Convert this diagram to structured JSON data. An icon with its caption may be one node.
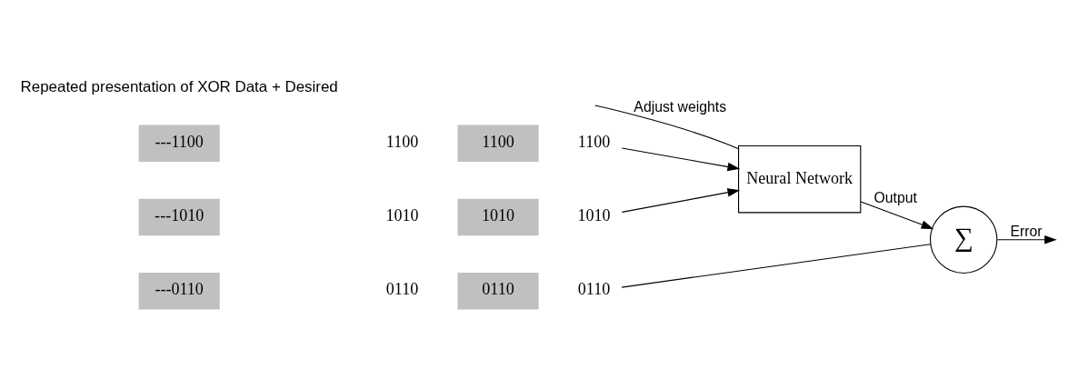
{
  "diagram": {
    "nodes": [
      {
        "text": [
          "---1100"
        ]
      },
      {
        "text": [
          "1100"
        ]
      },
      {
        "text": [
          "1100"
        ]
      },
      {
        "text": [
          "1100"
        ]
      },
      {
        "text": [
          "---1010"
        ]
      },
      {
        "text": [
          "1010"
        ]
      },
      {
        "text": [
          "1010"
        ]
      },
      {
        "text": [
          "1010"
        ]
      },
      {
        "text": [
          "Neural Network"
        ]
      },
      {
        "text": [
          "∑"
        ]
      },
      {
        "text": [
          "---0110"
        ]
      },
      {
        "text": [
          "0110"
        ]
      },
      {
        "text": [
          "0110"
        ]
      },
      {
        "text": [
          "0110"
        ]
      }
    ],
    "edges": [
      {
        "from": 3,
        "to": 8,
        "arrow": "to"
      },
      {
        "from": 7,
        "to": 8,
        "arrow": "to"
      },
      {
        "from": 8,
        "to": 9,
        "arrow": "to",
        "label": "Output"
      },
      {
        "from": 9,
        "to": null,
        "arrow": "to",
        "label": "Error"
      },
      {
        "from": 13,
        "to": 9,
        "arrow": "none"
      },
      {
        "from": null,
        "to": 8,
        "arrow": "none",
        "label": "Adjust weights"
      }
    ],
    "labels": [
      "Repeated presentation of XOR Data + Desired"
    ]
  }
}
